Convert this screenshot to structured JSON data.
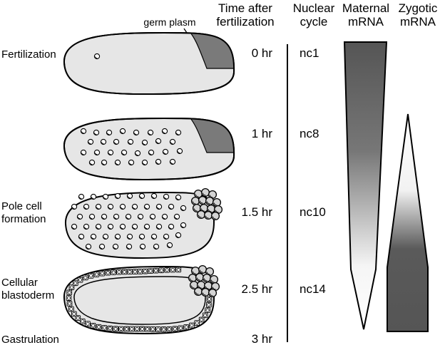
{
  "header": {
    "time_line1": "Time after",
    "time_line2": "fertilization",
    "cycle_line1": "Nuclear",
    "cycle_line2": "cycle",
    "maternal_line1": "Maternal",
    "maternal_line2": "mRNA",
    "zygotic_line1": "Zygotic",
    "zygotic_line2": "mRNA"
  },
  "germ_plasm_label": "germ plasm",
  "stages": [
    {
      "label_line1": "Fertilization",
      "label_line2": "",
      "time": "0 hr",
      "cycle": "nc1"
    },
    {
      "label_line1": "",
      "label_line2": "",
      "time": "1 hr",
      "cycle": "nc8"
    },
    {
      "label_line1": "Pole cell",
      "label_line2": "formation",
      "time": "1.5 hr",
      "cycle": "nc10"
    },
    {
      "label_line1": "Cellular",
      "label_line2": "blastoderm",
      "time": "2.5 hr",
      "cycle": "nc14"
    },
    {
      "label_line1": "Gastrulation",
      "label_line2": "",
      "time": "3 hr",
      "cycle": ""
    }
  ],
  "colors": {
    "embryo_fill": "#e6e6e6",
    "germ_plasm": "#7a7a7a",
    "nucleus_fill": "#ffffff",
    "pole_cell_fill": "#bdbdbd",
    "gradient_dark": "#555555",
    "gradient_light": "#f2f2f2",
    "outline": "#000000"
  }
}
